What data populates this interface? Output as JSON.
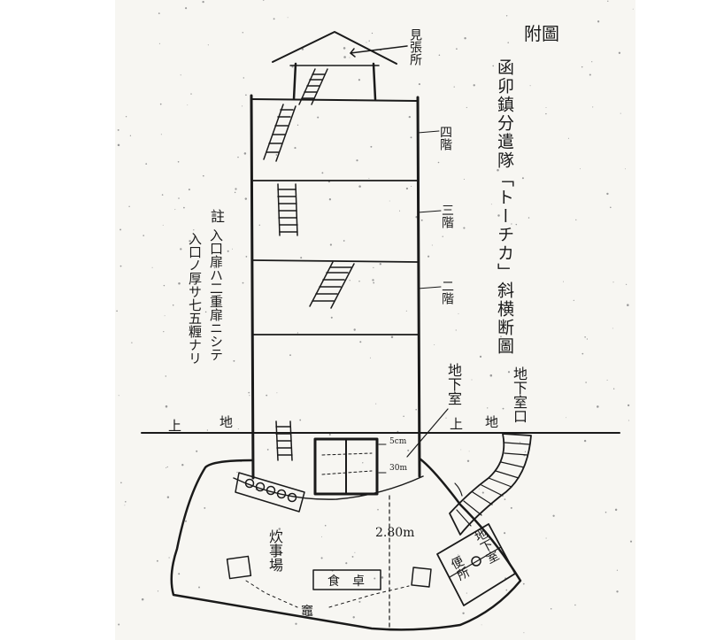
{
  "figure_label": "附圖",
  "title": "函卯鎮分遣隊「トーチカ」斜横断圖",
  "note_label": "註",
  "note_line1": "入口扉ハ二重扉ニシテ",
  "note_line2": "入口ノ厚サ七五糎ナリ",
  "lookout": "見張所",
  "floor4": "四階",
  "floor3": "三階",
  "floor2": "二階",
  "basement_label": "地下室",
  "ground_left": "地",
  "ground_left2": "上",
  "ground_right": "地",
  "ground_right2": "上",
  "underground_stair": "地下室口",
  "dim_small": "5cm",
  "dim_30": "30m",
  "dim_280": "2.80m",
  "kitchen": "炊事場",
  "table_label": "食　卓",
  "stove": "竈",
  "latrine_label": "地下室",
  "latrine2": "便所",
  "colors": {
    "ink": "#1a1a1a",
    "paper": "#f7f6f2",
    "speckle": "#9a9a9a"
  }
}
